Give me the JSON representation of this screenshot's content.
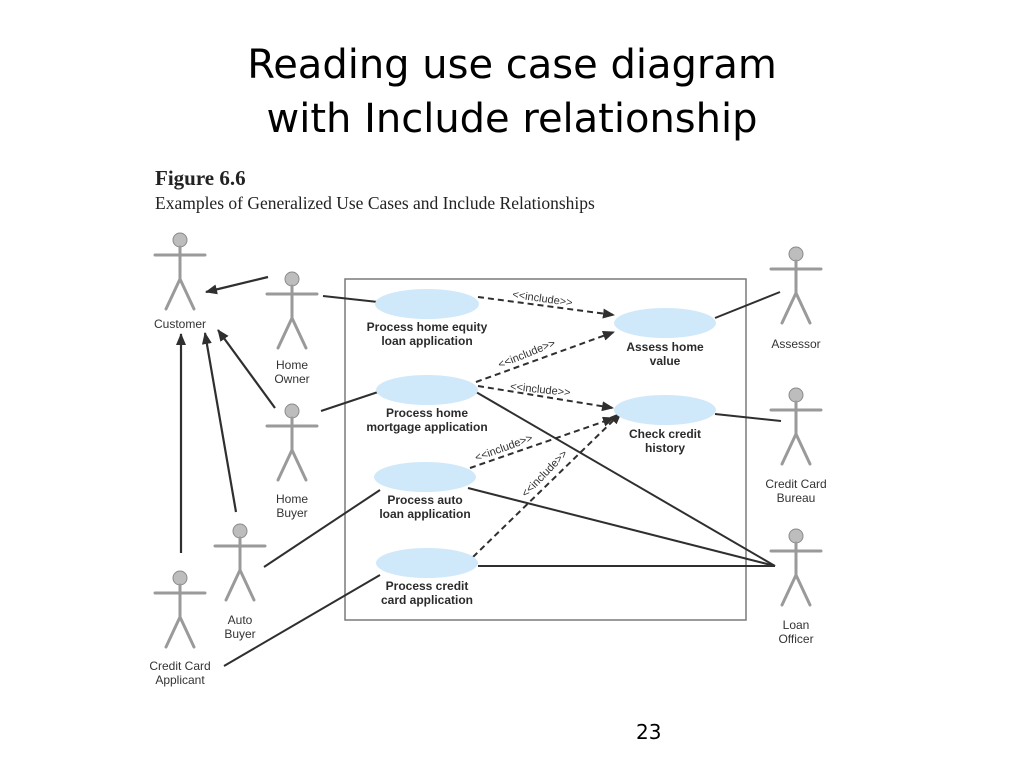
{
  "slide": {
    "title_line1": "Reading use case diagram",
    "title_line2": "with Include relationship",
    "page_number": "23"
  },
  "figure": {
    "label": "Figure 6.6",
    "caption": "Examples of Generalized Use Cases and Include Relationships"
  },
  "actors": [
    {
      "id": "customer",
      "label": [
        "Customer"
      ]
    },
    {
      "id": "home-owner",
      "label": [
        "Home",
        "Owner"
      ]
    },
    {
      "id": "home-buyer",
      "label": [
        "Home",
        "Buyer"
      ]
    },
    {
      "id": "auto-buyer",
      "label": [
        "Auto",
        "Buyer"
      ]
    },
    {
      "id": "credit-card-applicant",
      "label": [
        "Credit Card",
        "Applicant"
      ]
    },
    {
      "id": "assessor",
      "label": [
        "Assessor"
      ]
    },
    {
      "id": "credit-card-bureau",
      "label": [
        "Credit Card",
        "Bureau"
      ]
    },
    {
      "id": "loan-officer",
      "label": [
        "Loan",
        "Officer"
      ]
    }
  ],
  "use_cases": [
    {
      "id": "process-home-equity",
      "label": [
        "Process home equity",
        "loan application"
      ]
    },
    {
      "id": "process-home-mortgage",
      "label": [
        "Process home",
        "mortgage application"
      ]
    },
    {
      "id": "process-auto-loan",
      "label": [
        "Process auto",
        "loan application"
      ]
    },
    {
      "id": "process-credit-card",
      "label": [
        "Process credit",
        "card application"
      ]
    },
    {
      "id": "assess-home-value",
      "label": [
        "Assess home",
        "value"
      ]
    },
    {
      "id": "check-credit-history",
      "label": [
        "Check credit",
        "history"
      ]
    }
  ],
  "include_label": "<<include>>",
  "colors": {
    "use_case_fill": "#cfe8fa",
    "actor_fill": "#bdbdbd",
    "line": "#2f2f2f"
  }
}
